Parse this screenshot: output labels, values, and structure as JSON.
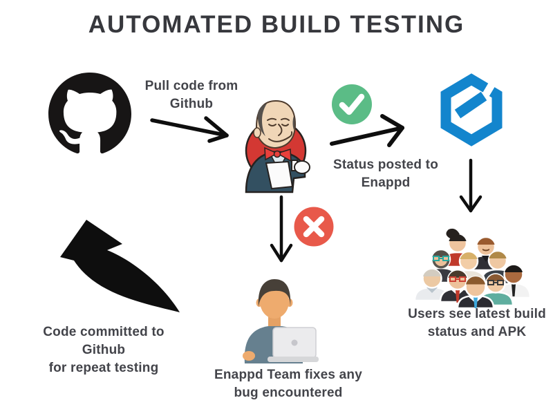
{
  "title": "AUTOMATED BUILD TESTING",
  "labels": {
    "pull": [
      "Pull code from",
      "Github"
    ],
    "status": [
      "Status posted to",
      "Enappd"
    ],
    "users": [
      "Users see latest build",
      "status and APK"
    ],
    "team": [
      "Enappd Team fixes any",
      "bug encountered"
    ],
    "commit": [
      "Code committed to Github",
      "for repeat testing"
    ]
  },
  "icons": {
    "github": "github-octocat-mark",
    "jenkins": "jenkins-butler-mascot",
    "check": "green-success-check",
    "cross": "red-failure-x",
    "enappd": "enappd-hexagon-e-logo",
    "users": "user-crowd-illustration",
    "developer": "developer-with-laptop-illustration",
    "loop": "curved-loop-arrow"
  },
  "colors": {
    "background": "#ffffff",
    "title_text": "#37383d",
    "label_text": "#43444a",
    "arrow_black": "#0e0e0e",
    "github_black": "#171515",
    "enappd_blue": "#1385cd",
    "check_green": "#5bbc86",
    "cross_red": "#e8594a",
    "jenkins_red": "#d33833",
    "jenkins_suit_navy": "#335061"
  }
}
